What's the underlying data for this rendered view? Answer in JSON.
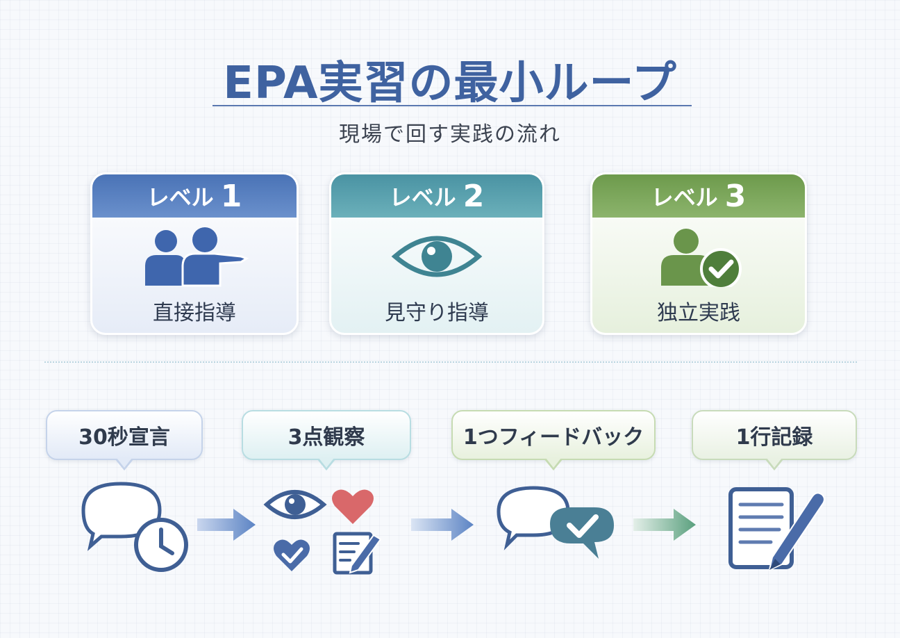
{
  "header": {
    "title": "EPA実習の最小ループ",
    "subtitle": "現場で回す実践の流れ"
  },
  "levels": [
    {
      "label_prefix": "レベル",
      "number": "1",
      "name": "直接指導",
      "icon": "two-people-pointing-icon",
      "color": "#4f7bbd"
    },
    {
      "label_prefix": "レベル",
      "number": "2",
      "name": "見守り指導",
      "icon": "eye-icon",
      "color": "#4f9aa8"
    },
    {
      "label_prefix": "レベル",
      "number": "3",
      "name": "独立実践",
      "icon": "person-check-icon",
      "color": "#6f9c4f"
    }
  ],
  "steps": [
    {
      "label": "30秒宣言",
      "icon": "speech-bubble-clock-icon"
    },
    {
      "label": "3点観察",
      "icon": "eye-heart-checklist-icon"
    },
    {
      "label": "1つフィードバック",
      "icon": "speech-bubble-check-icon"
    },
    {
      "label": "1行記録",
      "icon": "document-pen-icon"
    }
  ]
}
